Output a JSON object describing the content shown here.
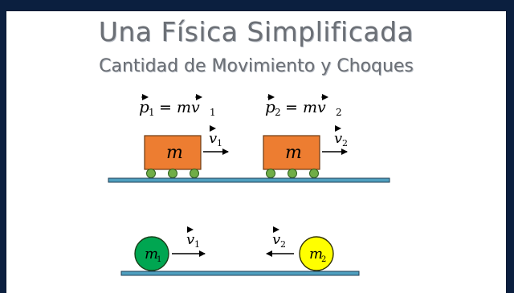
{
  "slide": {
    "title": "Una Física Simplificada",
    "subtitle": "Cantidad de Movimiento y Choques"
  },
  "carts": {
    "cart1": {
      "mass_label": "m",
      "velocity_label": "v",
      "velocity_sub": "1",
      "momentum_label": "p",
      "momentum_sub": "1",
      "eq_rhs_prefix": "= mv",
      "eq_rhs_sub": "1"
    },
    "cart2": {
      "mass_label": "m",
      "velocity_label": "v",
      "velocity_sub": "2",
      "momentum_label": "p",
      "momentum_sub": "2",
      "eq_rhs_prefix": "= mv",
      "eq_rhs_sub": "2"
    }
  },
  "balls": {
    "ball1": {
      "label": "m",
      "sub": "1",
      "velocity_label": "v",
      "velocity_sub": "1"
    },
    "ball2": {
      "label": "m",
      "sub": "2",
      "velocity_label": "v",
      "velocity_sub": "2"
    }
  },
  "colors": {
    "frame": "#0b1f3f",
    "cart_fill": "#ed7d31",
    "wheel_fill": "#70ad47",
    "track_fill": "#4f9fbf",
    "ball1_fill": "#00a651",
    "ball2_fill": "#ffff00"
  }
}
